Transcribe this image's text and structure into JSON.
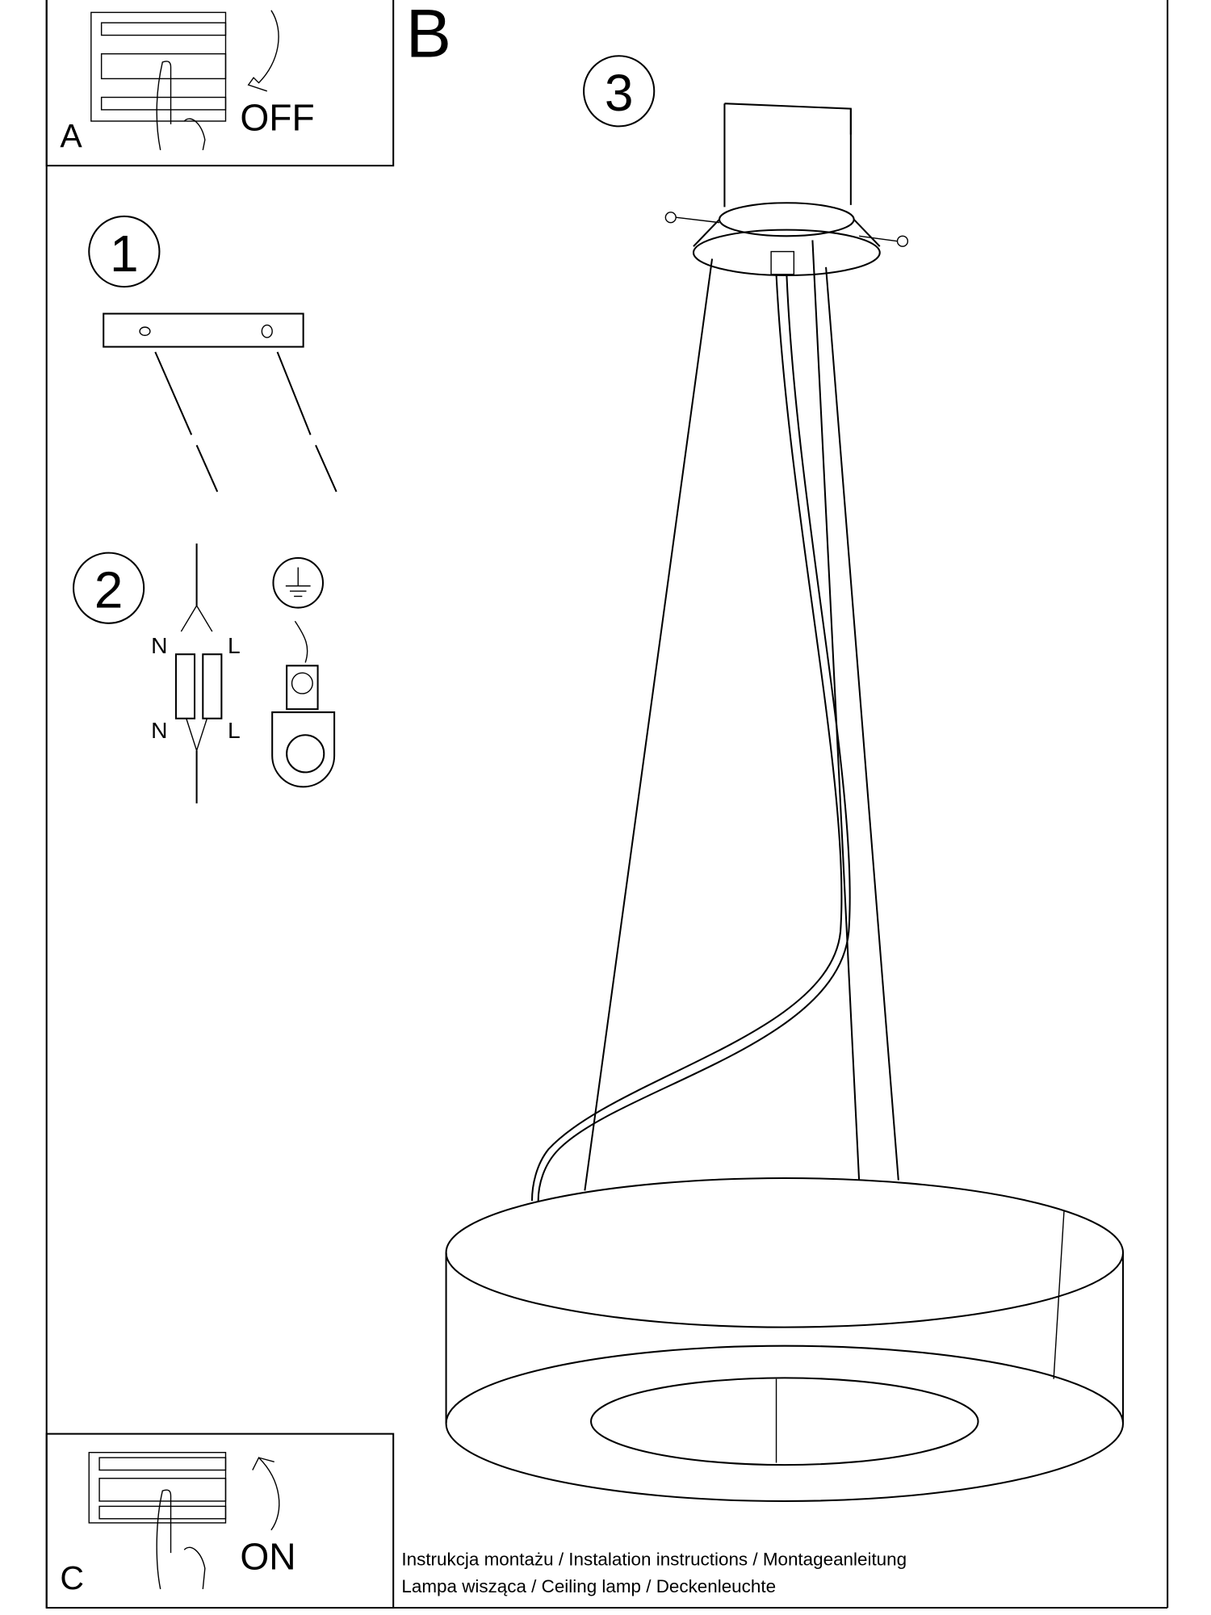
{
  "panels": {
    "a": {
      "letter": "A",
      "action": "OFF"
    },
    "b": {
      "letter": "B"
    },
    "c": {
      "letter": "C",
      "action": "ON"
    }
  },
  "steps": {
    "one": "1",
    "two": "2",
    "three": "3"
  },
  "wiring": {
    "n_top": "N",
    "l_top": "L",
    "n_bottom": "N",
    "l_bottom": "L"
  },
  "footer": {
    "line1": "Instrukcja montażu / Instalation instructions / Montageanleitung",
    "line2": "Lampa wisząca / Ceiling lamp / Deckenleuchte"
  }
}
